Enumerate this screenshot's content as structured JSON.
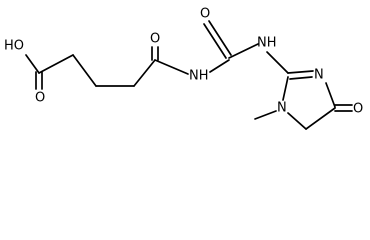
{
  "molecule": {
    "atoms": {
      "hydroxyl": "HO",
      "acid_carbonyl_oxygen": "O",
      "amide_carbonyl_oxygen": "O",
      "urea_carbonyl_oxygen": "O",
      "imide_nitrogen": "NH",
      "urea_nitrogen": "NH",
      "ring_nitrogen_imine": "N",
      "ring_nitrogen_methyl": "N",
      "ring_carbonyl_oxygen": "O"
    }
  }
}
